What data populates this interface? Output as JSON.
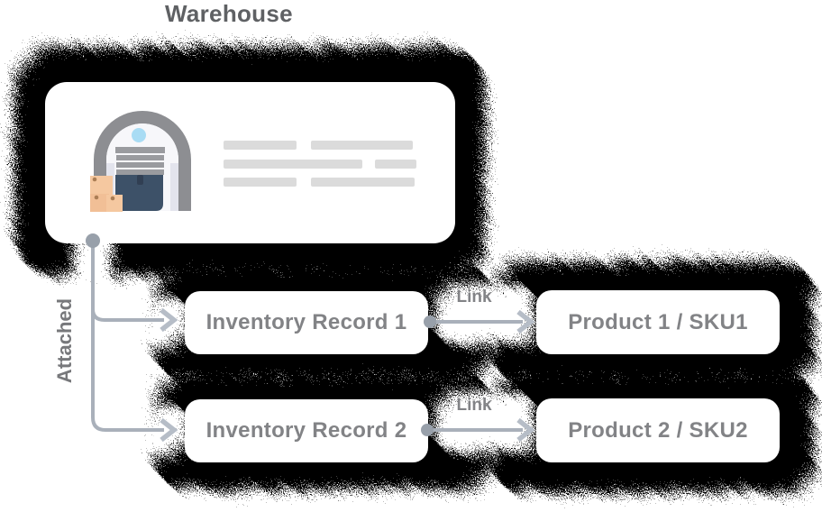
{
  "title": "Warehouse",
  "nodes": {
    "inventory_record_1": "Inventory Record 1",
    "inventory_record_2": "Inventory Record 2",
    "product_1": "Product 1 / SKU1",
    "product_2": "Product 2 / SKU2"
  },
  "labels": {
    "attached": "Attached",
    "link_1": "Link",
    "link_2": "Link"
  },
  "icons": {
    "warehouse_card_icon": "warehouse-garage-with-boxes-icon"
  },
  "colors": {
    "spray_shadow": "#000000",
    "card_background": "#ffffff",
    "card_text": "#828386",
    "title_text": "#5f6164",
    "edge_label_text": "#77787b",
    "connector_line": "#a9b0ba",
    "connector_dot": "#98a0aa",
    "arrowhead": "#b6bdc7",
    "skeleton_line": "#dbdbdb",
    "icon_arch": "#8d8e92",
    "icon_interior_light": "#f7f7fa",
    "icon_side_panel": "#e3e4ed",
    "icon_window_blue": "#a9dcf4",
    "icon_door_slats": "#9a9b9f",
    "icon_doorway_navy": "#3d5168",
    "icon_box_tan": "#f5c8a0"
  }
}
